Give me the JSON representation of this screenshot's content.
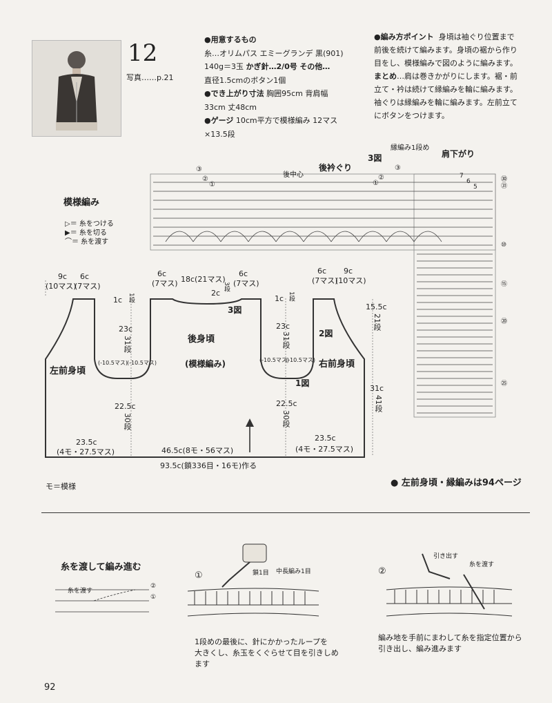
{
  "header": {
    "pattern_number": "12",
    "photo_ref": "写真……p.21"
  },
  "materials": {
    "heading": "●用意するもの",
    "line1": "糸…オリムパス エミーグランデ 黒(901)",
    "line2_a": "140g＝3玉",
    "line2_b": "かぎ針…2/0号",
    "line2_c": "その他…",
    "line3": "直径1.5cmのボタン1個",
    "size_heading": "●でき上がり寸法",
    "size_a": "胸囲95cm 背肩幅",
    "size_b": "33cm 丈48cm",
    "gauge_heading": "●ゲージ",
    "gauge_a": "10cm平方で模様編み 12マス",
    "gauge_b": "×13.5段"
  },
  "points": {
    "heading": "●編み方ポイント",
    "t1": "身頃は袖ぐり位置まで",
    "t2": "前後を続けて編みます。身頃の裾から作り",
    "t3": "目をし、模様編みで図のように編みます。",
    "fin_heading": "まとめ",
    "t4": "…肩は巻きかがりにします。裾・前",
    "t5": "立て・衿は続けて縁編みを輪に編みます。",
    "t6": "袖ぐりは縁編みを輪に編みます。左前立て",
    "t7": "にボタンをつけます。"
  },
  "stitch_chart": {
    "title": "模様編み",
    "fig3": "3図",
    "edging_row1": "縁編み1段め",
    "shoulder": "肩下がり",
    "back_center": "後中心",
    "back_neck": "後衿ぐり",
    "marks": [
      "③",
      "②",
      "①",
      "②",
      "①",
      "③",
      "⑩",
      "⑮",
      "⑳",
      "㉕",
      "㉚",
      "㉛",
      "7",
      "6",
      "5"
    ]
  },
  "legend": {
    "attach": "▷＝ 糸をつける",
    "cut": "▶＝ 糸を切る",
    "carry": "⌒＝ 糸を渡す"
  },
  "schematic": {
    "top_left_9c": "9c",
    "top_left_9c_sub": "(10マス)",
    "top_left_6c": "6c",
    "top_left_6c_sub": "(7マス)",
    "top_mid_6c_l": "6c",
    "top_mid_6c_l_sub": "(7マス)",
    "top_mid_18c": "18c(21マス)",
    "top_mid_6c_r": "6c",
    "top_mid_6c_r_sub": "(7マス)",
    "top_right_6c": "6c",
    "top_right_6c_sub": "(7マス)",
    "top_right_9c": "9c",
    "top_right_9c_sub": "(10マス)",
    "left_1c": "1c",
    "left_1c_sub": "1段",
    "right_1c": "1c",
    "right_1c_sub": "1段",
    "neck_2c": "2c",
    "neck_2c_sub": "3段",
    "fig3": "3図",
    "left_23c": "23c",
    "left_23c_sub": "31段",
    "right_23c": "23c",
    "right_23c_sub": "31段",
    "back_body": "後身頃",
    "pattern_label": "(模様編み)",
    "fig2": "2図",
    "left_front": "左前身頃",
    "right_front": "右前身頃",
    "armhole_l1": "(-10.5マス)",
    "armhole_l2": "(-10.5マス)",
    "armhole_r1": "(-10.5マス)",
    "armhole_r2": "(-10.5マス)",
    "fig1": "1図",
    "side_15c": "15.5c",
    "side_15c_sub": "21段",
    "side_31c": "31c",
    "side_31c_sub": "41段",
    "left_22c": "22.5c",
    "left_22c_sub": "30段",
    "right_22c": "22.5c",
    "right_22c_sub": "30段",
    "bot_left": "23.5c",
    "bot_left_sub": "(4モ・27.5マス)",
    "bot_mid": "46.5c(8モ・56マス)",
    "bot_right": "23.5c",
    "bot_right_sub": "(4モ・27.5マス)",
    "total": "93.5c(鎖336目・16モ)作る",
    "mo_note": "モ＝模様",
    "ref_note": "左前身頃・縁編みは94ページ"
  },
  "carry_section": {
    "title": "糸を渡して編み進む",
    "small_label": "糸を渡す",
    "small_marks": [
      "②",
      "①"
    ],
    "step1": "①",
    "step1_label_a": "鎖1目",
    "step1_label_b": "中長編み1目",
    "step1_text_1": "1段めの最後に、針にかかったループを",
    "step1_text_2": "大きくし、糸玉をくぐらせて目を引きしめ",
    "step1_text_3": "ます",
    "step2": "②",
    "step2_label_a": "引き出す",
    "step2_label_b": "糸を渡す",
    "step2_text_1": "編み地を手前にまわして糸を指定位置から",
    "step2_text_2": "引き出し、編み進みます"
  },
  "page_number": "92"
}
